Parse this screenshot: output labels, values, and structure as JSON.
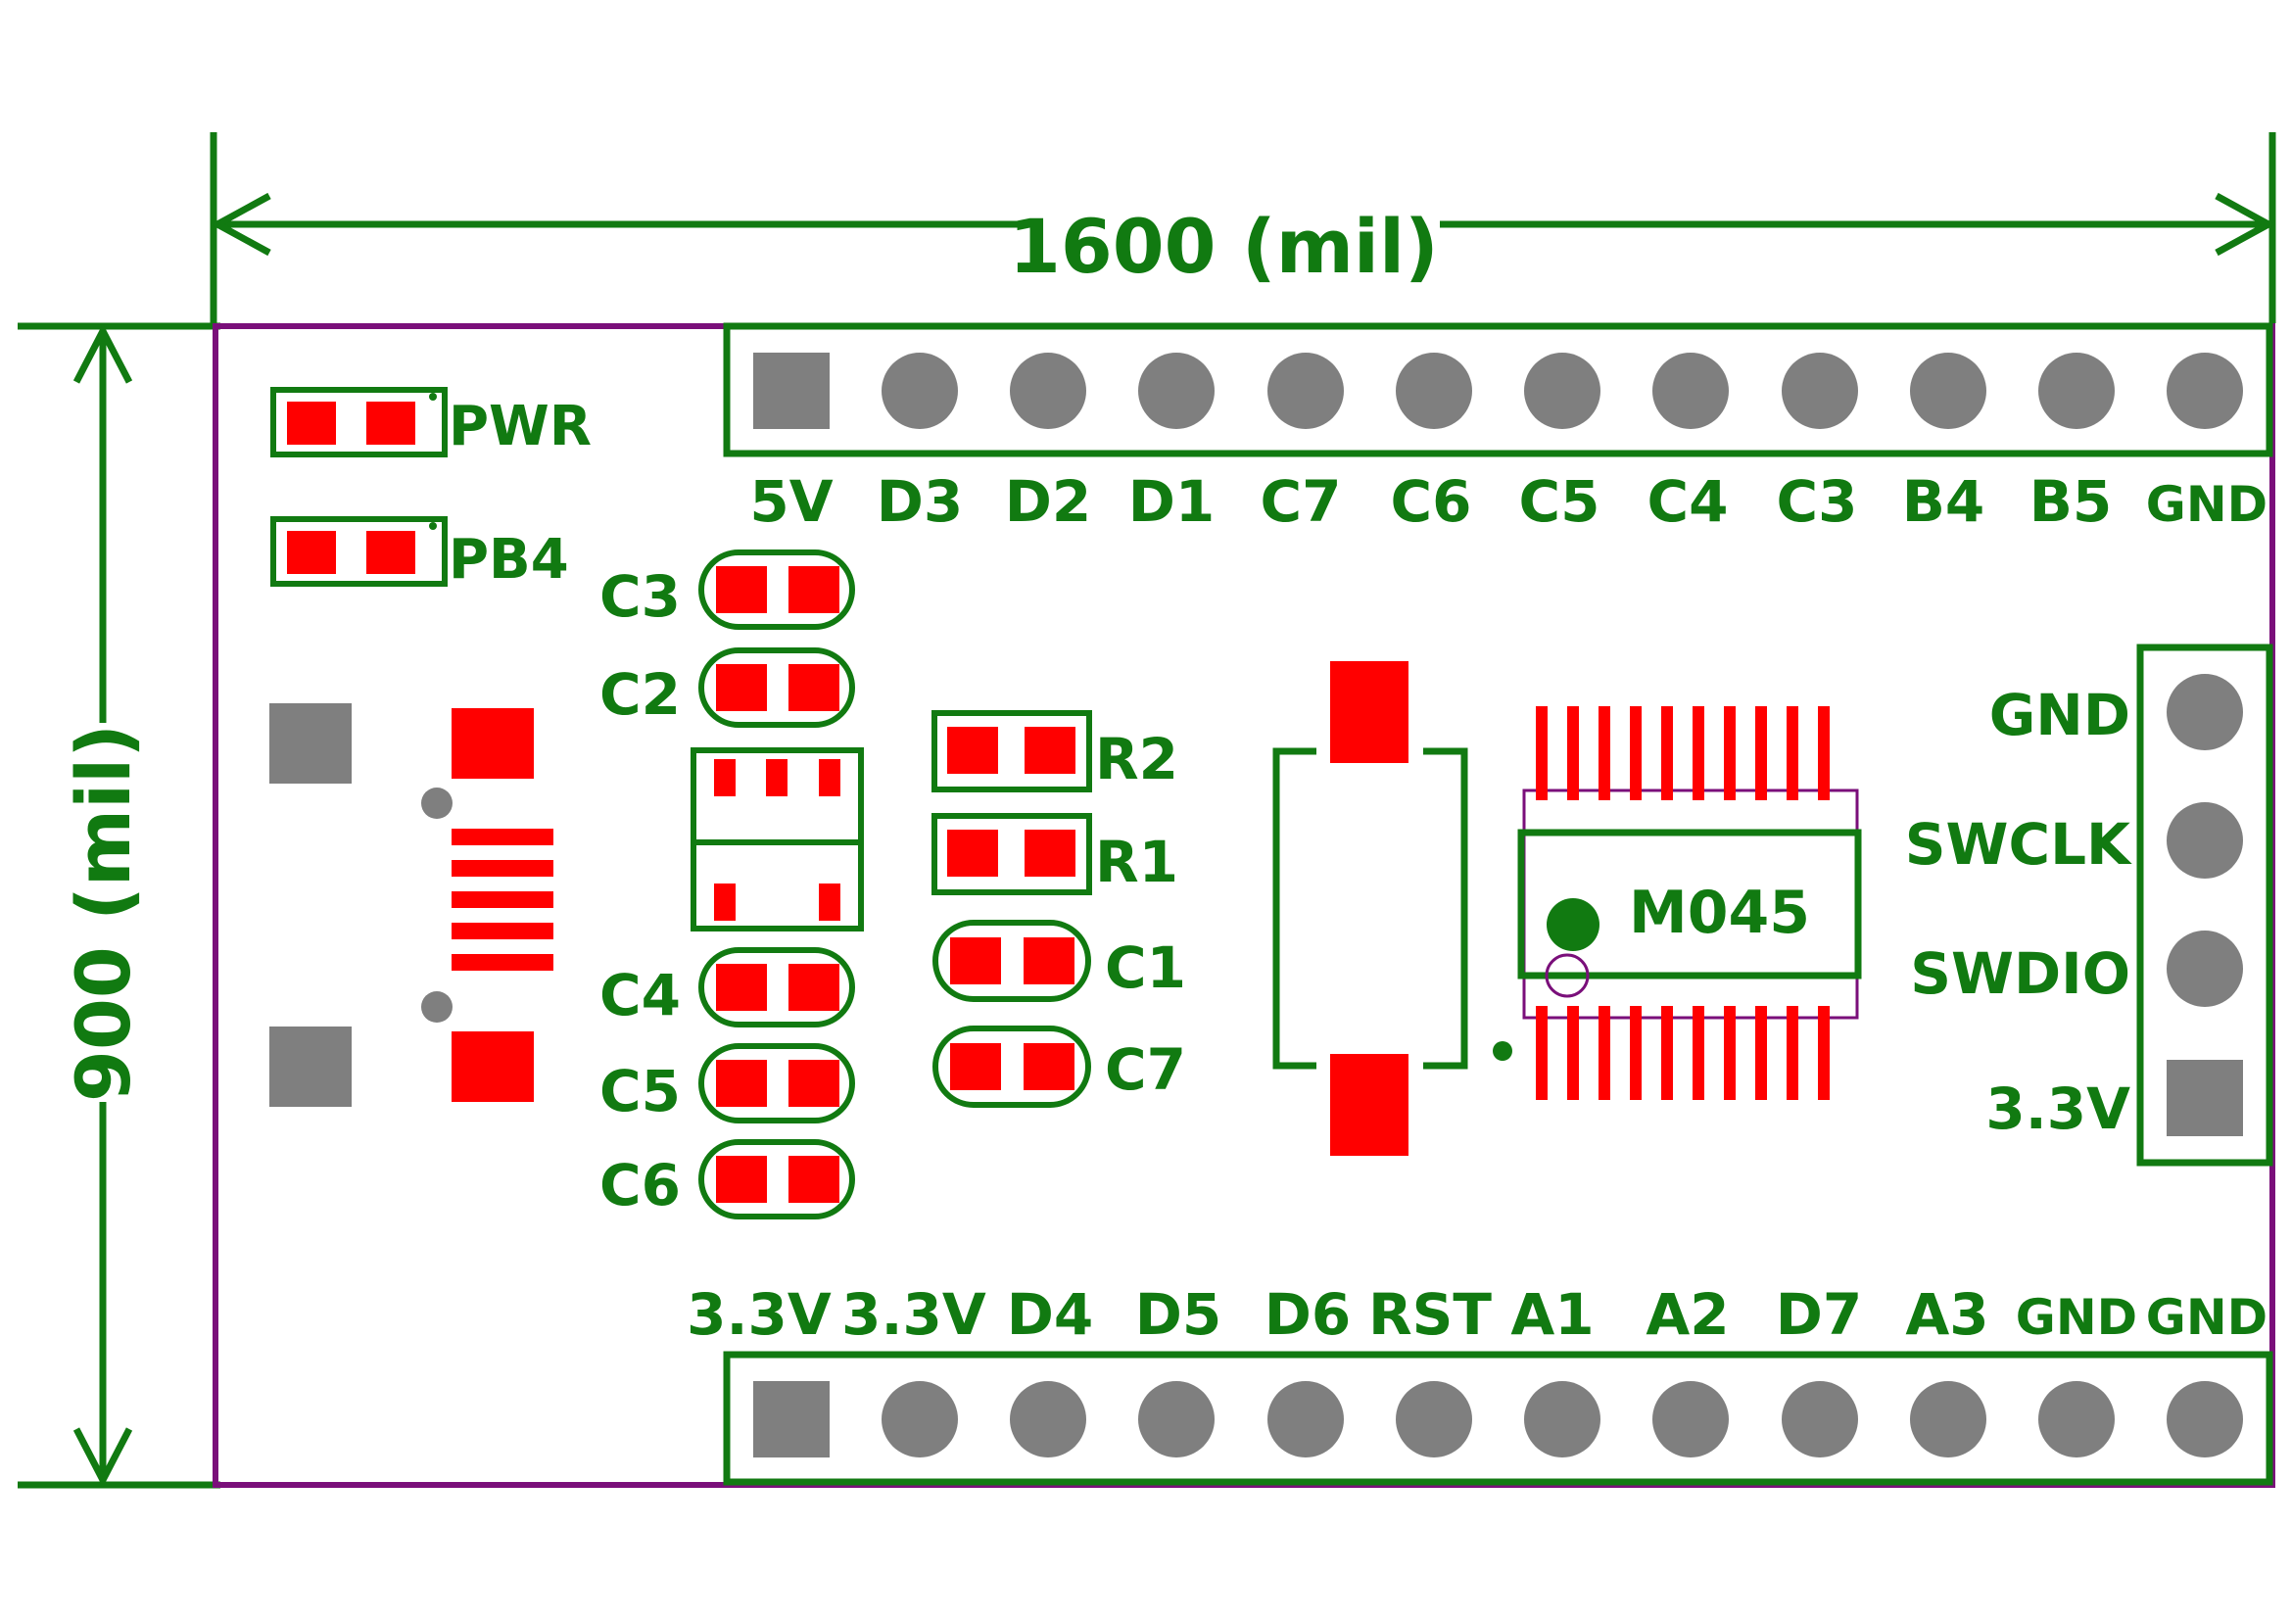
{
  "colors": {
    "silk": "#117a11",
    "outline": "#7a0f7a",
    "pad": "#ff0000",
    "hole": "#7f7f7f",
    "background": "#ffffff"
  },
  "dimensions": {
    "width_label": "1600 (mil)",
    "height_label": "900 (mil)"
  },
  "headers": {
    "top_pins": [
      "5V",
      "D3",
      "D2",
      "D1",
      "C7",
      "C6",
      "C5",
      "C4",
      "C3",
      "B4",
      "B5",
      "GND"
    ],
    "bottom_pins": [
      "3.3V",
      "3.3V",
      "D4",
      "D5",
      "D6",
      "RST",
      "A1",
      "A2",
      "D7",
      "A3",
      "GND",
      "GND"
    ],
    "right_pins": [
      "GND",
      "SWCLK",
      "SWDIO",
      "3.3V"
    ]
  },
  "leds": {
    "pwr": "PWR",
    "pb4": "PB4"
  },
  "components": {
    "c3": "C3",
    "c2": "C2",
    "c4": "C4",
    "c5": "C5",
    "c6": "C6",
    "r2": "R2",
    "r1": "R1",
    "c1": "C1",
    "c7": "C7",
    "mcu": "M045"
  }
}
